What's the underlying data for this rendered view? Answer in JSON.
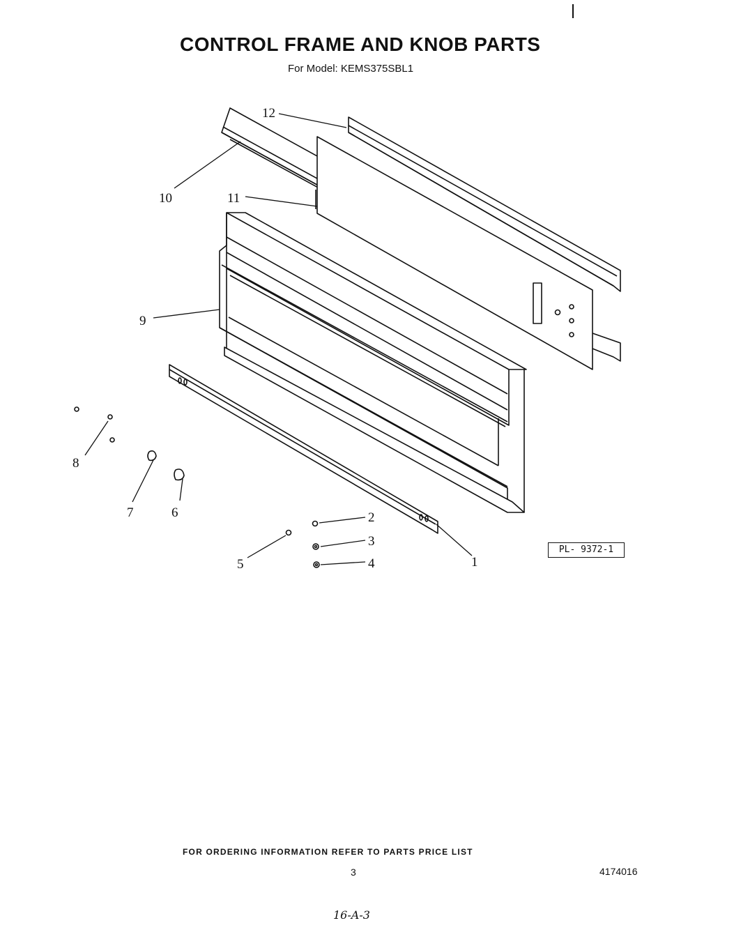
{
  "header": {
    "title": "CONTROL FRAME AND KNOB PARTS",
    "model_line": "For Model: KEMS375SBL1"
  },
  "callouts": [
    "1",
    "2",
    "3",
    "4",
    "5",
    "6",
    "7",
    "8",
    "9",
    "10",
    "11",
    "12"
  ],
  "plate_number": "PL- 9372-1",
  "footer": {
    "ordering_note": "FOR ORDERING INFORMATION REFER TO PARTS PRICE LIST",
    "page_number": "3",
    "document_number": "4174016",
    "handwritten_ref": "16-A-3"
  }
}
